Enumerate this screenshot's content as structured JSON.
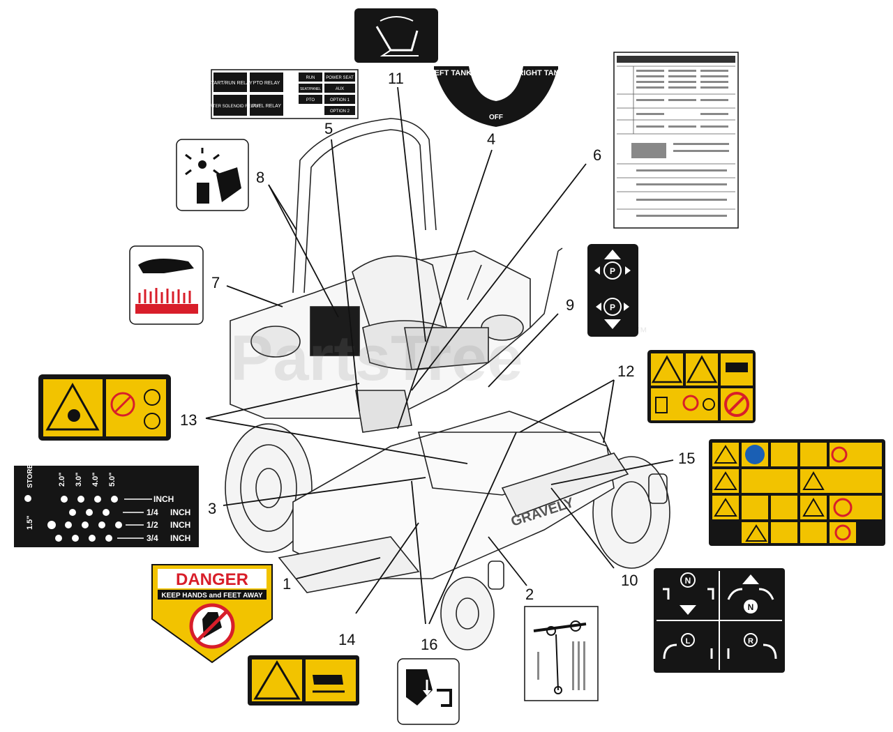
{
  "diagram": {
    "callouts": [
      "1",
      "2",
      "3",
      "4",
      "5",
      "6",
      "7",
      "8",
      "9",
      "10",
      "11",
      "12",
      "13",
      "14",
      "15",
      "16"
    ],
    "relay_decal": {
      "cells": [
        "START/RUN RELAY",
        "PTO RELAY",
        "STARTER SOLENOID RELAY",
        "FUEL RELAY"
      ],
      "fuses": [
        "RUN",
        "POWER SEAT",
        "SEAT/PANEL",
        "AUX",
        "PTO",
        "OPTION 1",
        "OPTION 2"
      ]
    },
    "fuel_decal": {
      "left": "LEFT TANK",
      "right": "RIGHT TANK",
      "off": "OFF"
    },
    "height_decal": {
      "store": "STORE",
      "heights": [
        "2.0\"",
        "3.0\"",
        "4.0\"",
        "5.0\""
      ],
      "left_value": "1.5\"",
      "rows": [
        "INCH",
        "1/4",
        "1/2",
        "3/4"
      ],
      "row_suffix": "INCH"
    },
    "danger_decal": {
      "title": "DANGER",
      "subtitle": "KEEP HANDS and FEET AWAY"
    },
    "mower_brand": "GRAVELY",
    "watermark": "PartsTree",
    "watermark_tm": "™"
  },
  "colors": {
    "safety_yellow": "#f2c300",
    "danger_red": "#d81e2a",
    "decal_black": "#151515",
    "ink": "#111111"
  }
}
